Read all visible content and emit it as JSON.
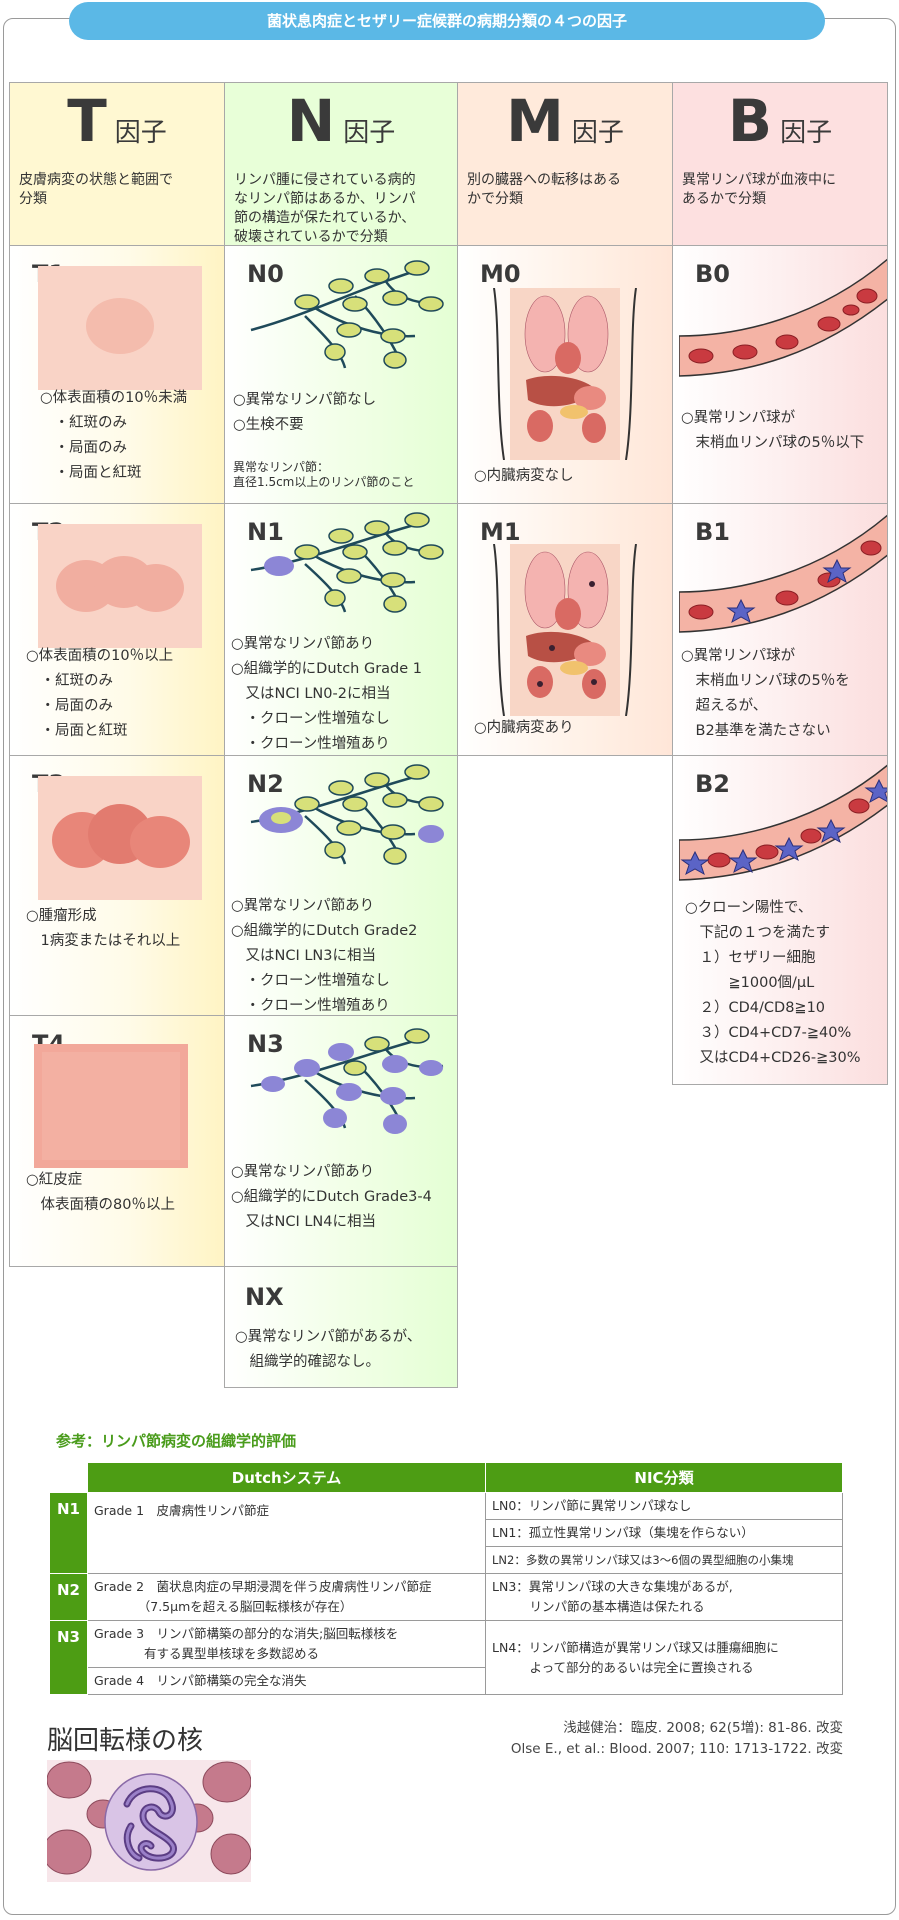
{
  "title": "菌状息肉症とセザリー症候群の病期分類の４つの因子",
  "headers": {
    "T": {
      "letter": "T",
      "suffix": "因子",
      "desc": "皮膚病変の状態と範囲で\n分類"
    },
    "N": {
      "letter": "N",
      "suffix": "因子",
      "desc": "リンパ腫に侵されている病的\nなリンパ節はあるか、リンパ\n節の構造が保たれているか、\n破壊されているかで分類"
    },
    "M": {
      "letter": "M",
      "suffix": "因子",
      "desc": "別の臓器への転移はある\nかで分類"
    },
    "B": {
      "letter": "B",
      "suffix": "因子",
      "desc": "異常リンパ球が血液中に\nあるかで分類"
    }
  },
  "T": [
    {
      "code": "T1",
      "desc": "○体表面積の10％未満\n　・紅斑のみ\n　・局面のみ\n　・局面と紅斑"
    },
    {
      "code": "T2",
      "desc": "○体表面積の10％以上\n　・紅斑のみ\n　・局面のみ\n　・局面と紅斑"
    },
    {
      "code": "T3",
      "desc": "○腫瘤形成\n　1病変またはそれ以上"
    },
    {
      "code": "T4",
      "desc": "○紅皮症\n　体表面積の80％以上"
    }
  ],
  "N": [
    {
      "code": "N0",
      "desc": "○異常なリンパ節なし\n○生検不要",
      "note": "異常なリンパ節：\n直径1.5cm以上のリンパ節のこと"
    },
    {
      "code": "N1",
      "desc": "○異常なリンパ節あり\n○組織学的にDutch Grade 1\n　又はNCI LN0-2に相当\n　・クローン性増殖なし\n　・クローン性増殖あり"
    },
    {
      "code": "N2",
      "desc": "○異常なリンパ節あり\n○組織学的にDutch Grade2\n　又はNCI LN3に相当\n　・クローン性増殖なし\n　・クローン性増殖あり"
    },
    {
      "code": "N3",
      "desc": "○異常なリンパ節あり\n○組織学的にDutch Grade3-4\n　又はNCI LN4に相当"
    },
    {
      "code": "NX",
      "desc": "○異常なリンパ節があるが、\n　組織学的確認なし。"
    }
  ],
  "M": [
    {
      "code": "M0",
      "desc": "○内臓病変なし"
    },
    {
      "code": "M1",
      "desc": "○内臓病変あり"
    }
  ],
  "B": [
    {
      "code": "B0",
      "desc": "○異常リンパ球が\n　末梢血リンパ球の5％以下"
    },
    {
      "code": "B1",
      "desc": "○異常リンパ球が\n　末梢血リンパ球の5％を\n　超えるが、\n　B2基準を満たさない"
    },
    {
      "code": "B2",
      "desc": "○クローン陽性で、\n　下記の１つを満たす\n　１）セザリー細胞\n　　　≧1000個/μL\n　２）CD4/CD8≧10\n　３）CD4+CD7-≧40%\n　又はCD4+CD26-≧30%"
    }
  ],
  "reference": {
    "title": "参考：リンパ節病変の組織学的評価",
    "col_dutch": "Dutchシステム",
    "col_nic": "NIC分類",
    "rows": {
      "n1": "N1",
      "n2": "N2",
      "n3": "N3",
      "g1": "Grade 1　皮膚病性リンパ節症",
      "g2": "Grade 2　菌状息肉症の早期浸潤を伴う皮膚病性リンパ節症\n　　　　（7.5μmを超える脳回転様核が存在）",
      "g3": "Grade 3　リンパ節構築の部分的な消失;脳回転様核を\n　　　　有する異型単核球を多数認める",
      "g4": "Grade 4　リンパ節構築の完全な消失",
      "ln0": "LN0：リンパ節に異常リンパ球なし",
      "ln1": "LN1：孤立性異常リンパ球（集塊を作らない）",
      "ln2": "LN2：多数の異常リンパ球又は3〜6個の異型細胞の小集塊",
      "ln3": "LN3：異常リンパ球の大きな集塊があるが,\n　　　リンパ節の基本構造は保たれる",
      "ln4": "LN4：リンパ節構造が異常リンパ球又は腫瘍細胞に\n　　　よって部分的あるいは完全に置換される"
    }
  },
  "citation": "浅越健治：臨皮. 2008; 62(5増): 81-86. 改変\nOlse E., et al.: Blood. 2007; 110: 1713-1722. 改変",
  "nucleus_title": "脳回転様の核",
  "colors": {
    "title_bg": "#5bb8e6",
    "ref_green": "#4d9d14",
    "node": "#d7e07a",
    "abnormal": "#8c86d6",
    "vessel": "#f4b3a5",
    "rbc": "#c93a40"
  }
}
